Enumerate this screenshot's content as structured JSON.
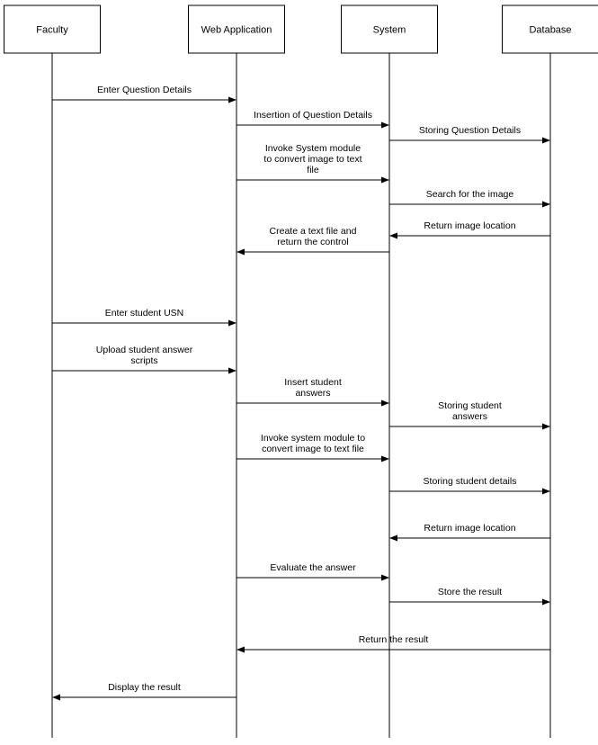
{
  "actors": [
    {
      "id": "faculty",
      "label": "Faculty"
    },
    {
      "id": "webapp",
      "label": "Web Application"
    },
    {
      "id": "system",
      "label": "System"
    },
    {
      "id": "database",
      "label": "Database"
    }
  ],
  "messages": [
    {
      "from": "faculty",
      "to": "webapp",
      "label": [
        "Enter Question Details"
      ]
    },
    {
      "from": "webapp",
      "to": "system",
      "label": [
        "Insertion of Question Details"
      ]
    },
    {
      "from": "system",
      "to": "database",
      "label": [
        "Storing Question Details"
      ]
    },
    {
      "from": "webapp",
      "to": "system",
      "label": [
        "Invoke System module",
        "to convert image to text",
        "file"
      ]
    },
    {
      "from": "system",
      "to": "database",
      "label": [
        "Search for the image"
      ]
    },
    {
      "from": "database",
      "to": "system",
      "label": [
        "Return image location"
      ]
    },
    {
      "from": "system",
      "to": "webapp",
      "label": [
        "Create a text file and",
        "return the control"
      ]
    },
    {
      "from": "faculty",
      "to": "webapp",
      "label": [
        "Enter student USN"
      ]
    },
    {
      "from": "faculty",
      "to": "webapp",
      "label": [
        "Upload student answer",
        "scripts"
      ]
    },
    {
      "from": "webapp",
      "to": "system",
      "label": [
        "Insert student",
        "answers"
      ]
    },
    {
      "from": "system",
      "to": "database",
      "label": [
        "Storing student",
        "answers"
      ]
    },
    {
      "from": "webapp",
      "to": "system",
      "label": [
        "Invoke system module to",
        "convert image to text file"
      ]
    },
    {
      "from": "system",
      "to": "database",
      "label": [
        "Storing student details"
      ]
    },
    {
      "from": "database",
      "to": "system",
      "label": [
        "Return image location"
      ]
    },
    {
      "from": "webapp",
      "to": "system",
      "label": [
        "Evaluate the answer"
      ]
    },
    {
      "from": "system",
      "to": "database",
      "label": [
        "Store the result"
      ]
    },
    {
      "from": "database",
      "to": "webapp",
      "label": [
        "Return the result"
      ]
    },
    {
      "from": "webapp",
      "to": "faculty",
      "label": [
        "Display the result"
      ]
    }
  ]
}
